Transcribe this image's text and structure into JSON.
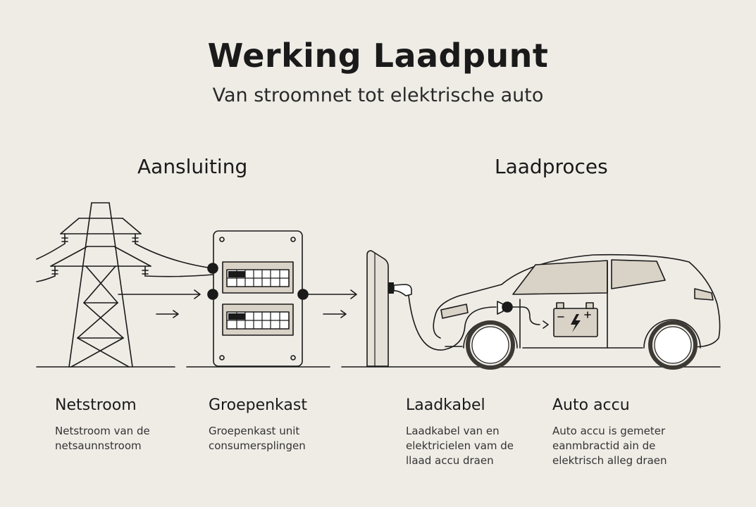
{
  "header": {
    "title": "Werking Laadpunt",
    "subtitle": "Van stroomnet tot elektrische auto"
  },
  "sections": {
    "left": "Aansluiting",
    "right": "Laadproces"
  },
  "components": [
    {
      "title": "Netstroom",
      "desc": [
        "Netstroom van de",
        "netsaunnstroom"
      ]
    },
    {
      "title": "Groepenkast",
      "desc": [
        "Groepenkast unit",
        "consumersplingen"
      ]
    },
    {
      "title": "Laadkabel",
      "desc": [
        "Laadkabel van en",
        "elektricielen vam de",
        "llaad accu draen"
      ]
    },
    {
      "title": "Auto accu",
      "desc": [
        "Auto accu is gemeter",
        "eanmbractid ain de",
        "elektrisch alleg draen"
      ]
    }
  ],
  "icons": {
    "pylon": "power-pylon-icon",
    "fusebox": "fuse-box-icon",
    "charger": "charging-station-icon",
    "car": "electric-car-icon",
    "battery": "battery-icon"
  },
  "colors": {
    "background": "#efece6",
    "ink": "#1a1a1a",
    "fill": "#d9d2c6"
  }
}
